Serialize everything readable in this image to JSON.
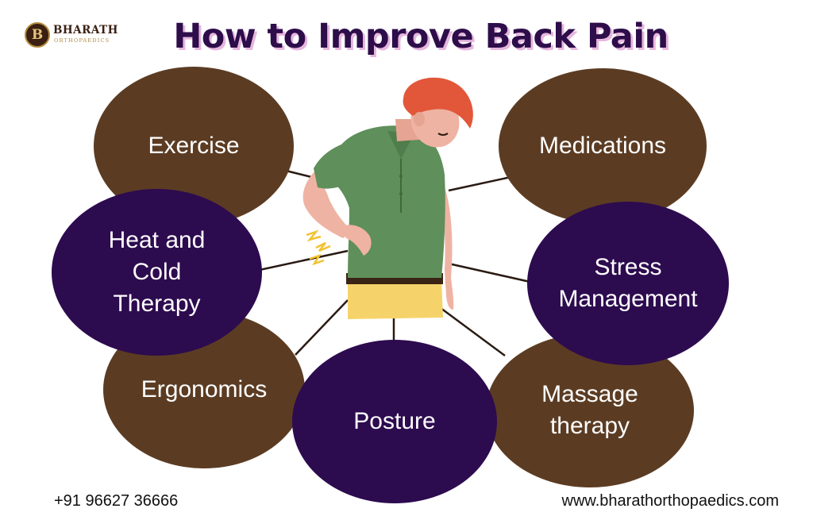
{
  "logo": {
    "initial": "B",
    "name": "BHARATH",
    "subtitle": "ORTHOPAEDICS"
  },
  "title": "How to Improve Back Pain",
  "tips": {
    "exercise": "Exercise",
    "medications": "Medications",
    "heat_cold": "Heat and\nCold\nTherapy",
    "stress": "Stress\nManagement",
    "ergonomics": "Ergonomics",
    "posture": "Posture",
    "massage": "Massage\ntherapy"
  },
  "colors": {
    "brown_bubble": "#5b3c23",
    "purple_bubble": "#2d0b4f",
    "title": "#2d0d4a",
    "title_shadow": "#e7b6dd"
  },
  "footer": {
    "phone": "+91 96627 36666",
    "website": "www.bharathorthopaedics.com"
  }
}
